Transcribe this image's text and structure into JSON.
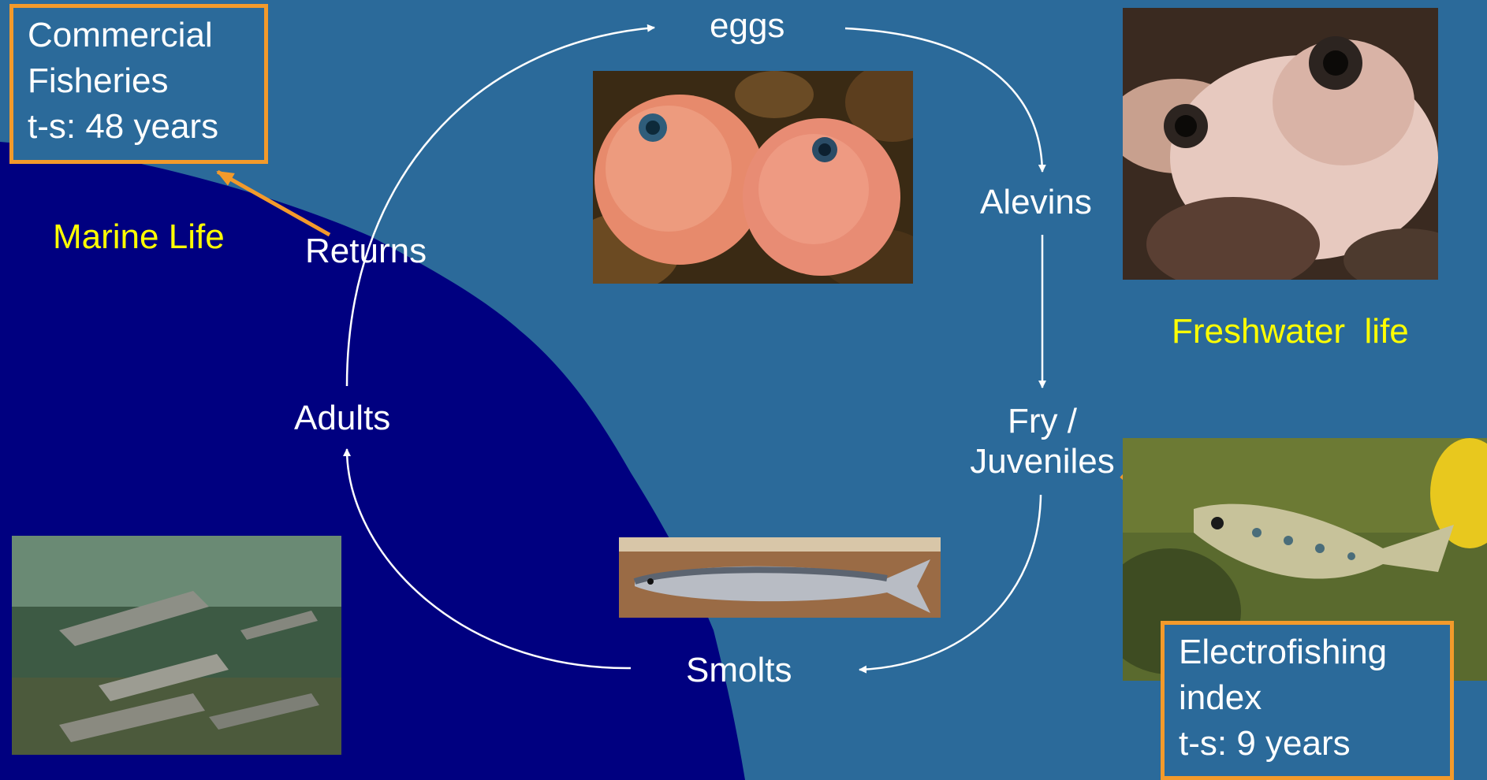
{
  "stages": {
    "eggs": "eggs",
    "alevins": "Alevins",
    "fry_line1": "Fry /",
    "fry_line2": "Juveniles",
    "smolts": "Smolts",
    "adults": "Adults",
    "returns": "Returns"
  },
  "zones": {
    "marine": "Marine Life",
    "freshwater": "Freshwater  life"
  },
  "commercial_box": {
    "line1": "Commercial",
    "line2": "Fisheries",
    "line3": "t-s: 48 years"
  },
  "electro_box": {
    "line1": "Electrofishing",
    "line2": "index",
    "line3": "t-s: 9 years"
  },
  "colors": {
    "freshwater_bg": "#2b6a9a",
    "marine_bg": "#000080",
    "box_border": "#f39a2b",
    "zone_text": "#ffff00",
    "arrow": "#ffffff"
  }
}
